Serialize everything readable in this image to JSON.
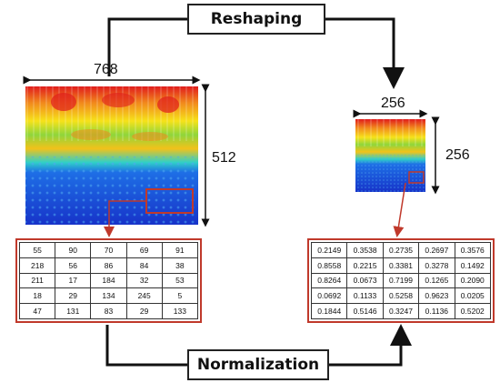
{
  "labels": {
    "reshaping": "Reshaping",
    "normalization": "Normalization"
  },
  "dimensions": {
    "large_width": "768",
    "large_height": "512",
    "small_width": "256",
    "small_height": "256"
  },
  "raw_matrix": [
    [
      "55",
      "90",
      "70",
      "69",
      "91"
    ],
    [
      "218",
      "56",
      "86",
      "84",
      "38"
    ],
    [
      "211",
      "17",
      "184",
      "32",
      "53"
    ],
    [
      "18",
      "29",
      "134",
      "245",
      "5"
    ],
    [
      "47",
      "131",
      "83",
      "29",
      "133"
    ]
  ],
  "normalized_matrix": [
    [
      "0.2149",
      "0.3538",
      "0.2735",
      "0.2697",
      "0.3576"
    ],
    [
      "0.8558",
      "0.2215",
      "0.3381",
      "0.3278",
      "0.1492"
    ],
    [
      "0.8264",
      "0.0673",
      "0.7199",
      "0.1265",
      "0.2090"
    ],
    [
      "0.0692",
      "0.1133",
      "0.5258",
      "0.9623",
      "0.0205"
    ],
    [
      "0.1844",
      "0.5146",
      "0.3247",
      "0.1136",
      "0.5202"
    ]
  ],
  "colors": {
    "arrow": "#111111",
    "highlight": "#c0392b",
    "spectrogram_low": "#1e40d8",
    "spectrogram_mid": "#22c7d6",
    "spectrogram_high": "#f2e21a",
    "spectrogram_peak": "#d7191c"
  }
}
